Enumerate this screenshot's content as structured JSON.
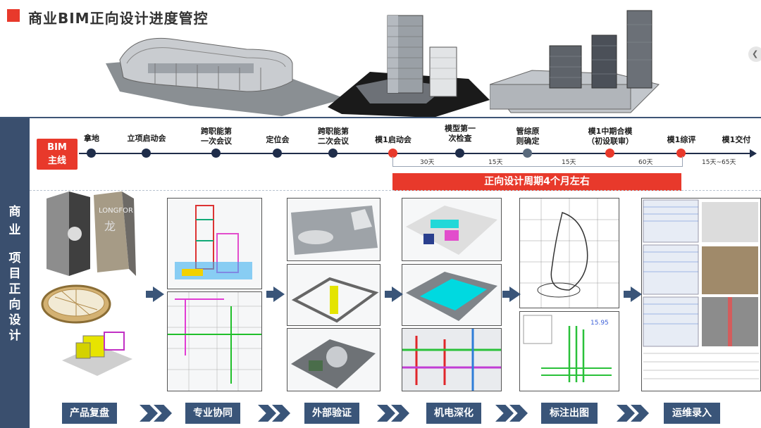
{
  "page": {
    "title": "商业BIM正向设计进度管控"
  },
  "side_panel": {
    "line1": "商",
    "line2": "业",
    "rest": [
      "项",
      "目",
      "正",
      "向",
      "设",
      "计"
    ]
  },
  "timeline": {
    "box_line1": "BIM",
    "box_line2": "主线",
    "milestones": [
      {
        "line1": "拿地",
        "line2": ""
      },
      {
        "line1": "立项启动会",
        "line2": ""
      },
      {
        "line1": "跨职能第",
        "line2": "一次会议"
      },
      {
        "line1": "定位会",
        "line2": ""
      },
      {
        "line1": "跨职能第",
        "line2": "二次会议"
      },
      {
        "line1": "模1启动会",
        "line2": ""
      },
      {
        "line1": "模型第一",
        "line2": "次检查"
      },
      {
        "line1": "管综原",
        "line2": "则确定"
      },
      {
        "line1": "模1中期合模",
        "line2": "（初设联审）"
      },
      {
        "line1": "模1综评",
        "line2": ""
      },
      {
        "line1": "模1交付",
        "line2": ""
      }
    ],
    "durations": [
      "30天",
      "15天",
      "15天",
      "60天",
      "15天~65天"
    ],
    "cycle_banner": "正向设计周期4个月左右"
  },
  "steps": [
    "产品复盘",
    "专业协同",
    "外部验证",
    "机电深化",
    "标注出图",
    "运维录入"
  ],
  "colors": {
    "accent_red": "#e8392b",
    "navy": "#1f2d4a",
    "panel_blue": "#3a5579",
    "grey_dot": "#5a6a7c"
  },
  "icons": {
    "nav": "chevron-left-icon",
    "flow": "arrow-right-icon"
  }
}
